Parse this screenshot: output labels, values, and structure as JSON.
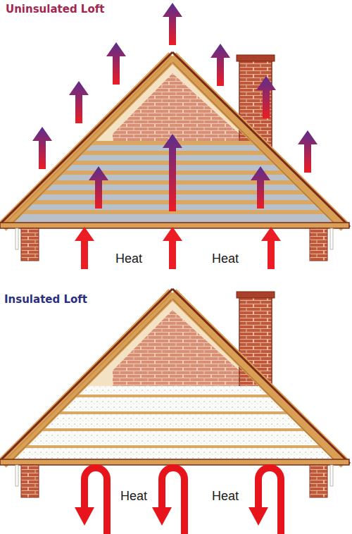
{
  "diagram": {
    "labels": [
      "Uninsulated Loft",
      "Heat",
      "Heat",
      "Insulated Loft",
      "Heat",
      "Heat"
    ]
  }
}
